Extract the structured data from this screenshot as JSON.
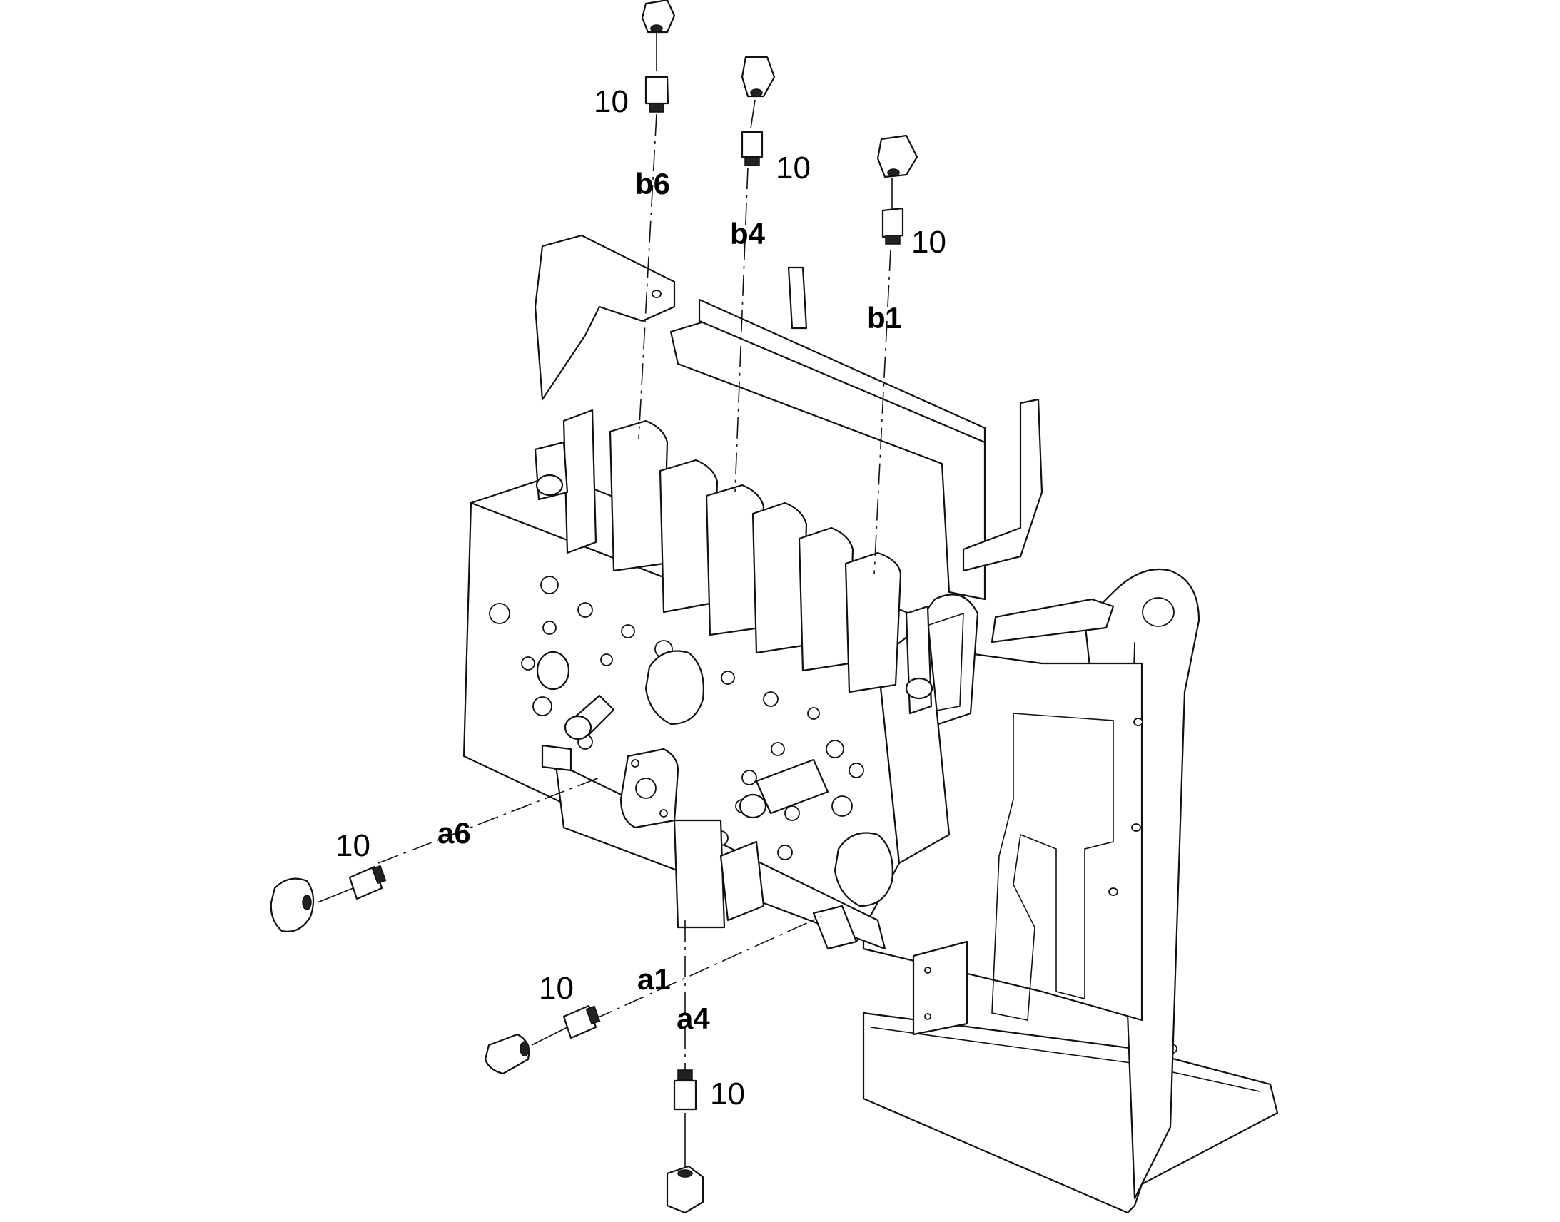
{
  "callouts": {
    "part_number_b6": "10",
    "part_number_b4": "10",
    "part_number_b1": "10",
    "part_number_a6": "10",
    "part_number_a1": "10",
    "part_number_a4": "10"
  },
  "ports": {
    "b6": "b6",
    "b4": "b4",
    "b1": "b1",
    "a6": "a6",
    "a1": "a1",
    "a4": "a4"
  }
}
